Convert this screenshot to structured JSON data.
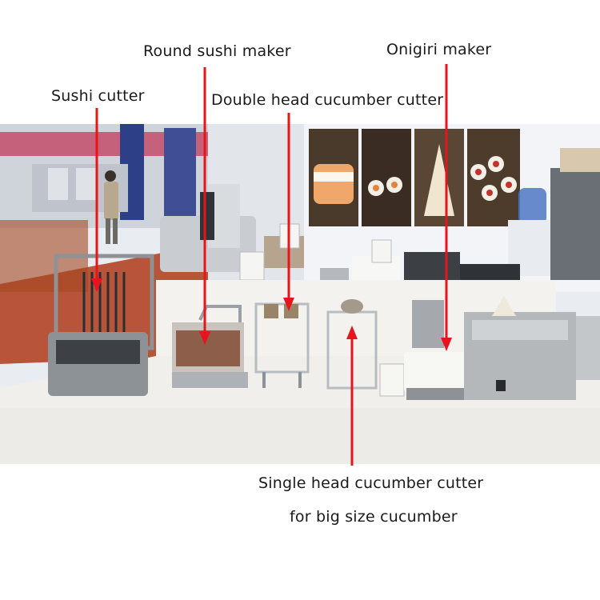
{
  "labels": {
    "round_sushi_maker": "Round sushi maker",
    "onigiri_maker": "Onigiri maker",
    "sushi_cutter": "Sushi cutter",
    "double_head_cucumber_cutter": "Double head cucumber cutter",
    "single_head_line1": "Single head cucumber cutter",
    "single_head_line2": "for big size cucumber"
  },
  "colors": {
    "arrow": "#e8141b",
    "floor": "#b8543a",
    "counter": "#f1efec",
    "steel": "#a9adb0"
  }
}
